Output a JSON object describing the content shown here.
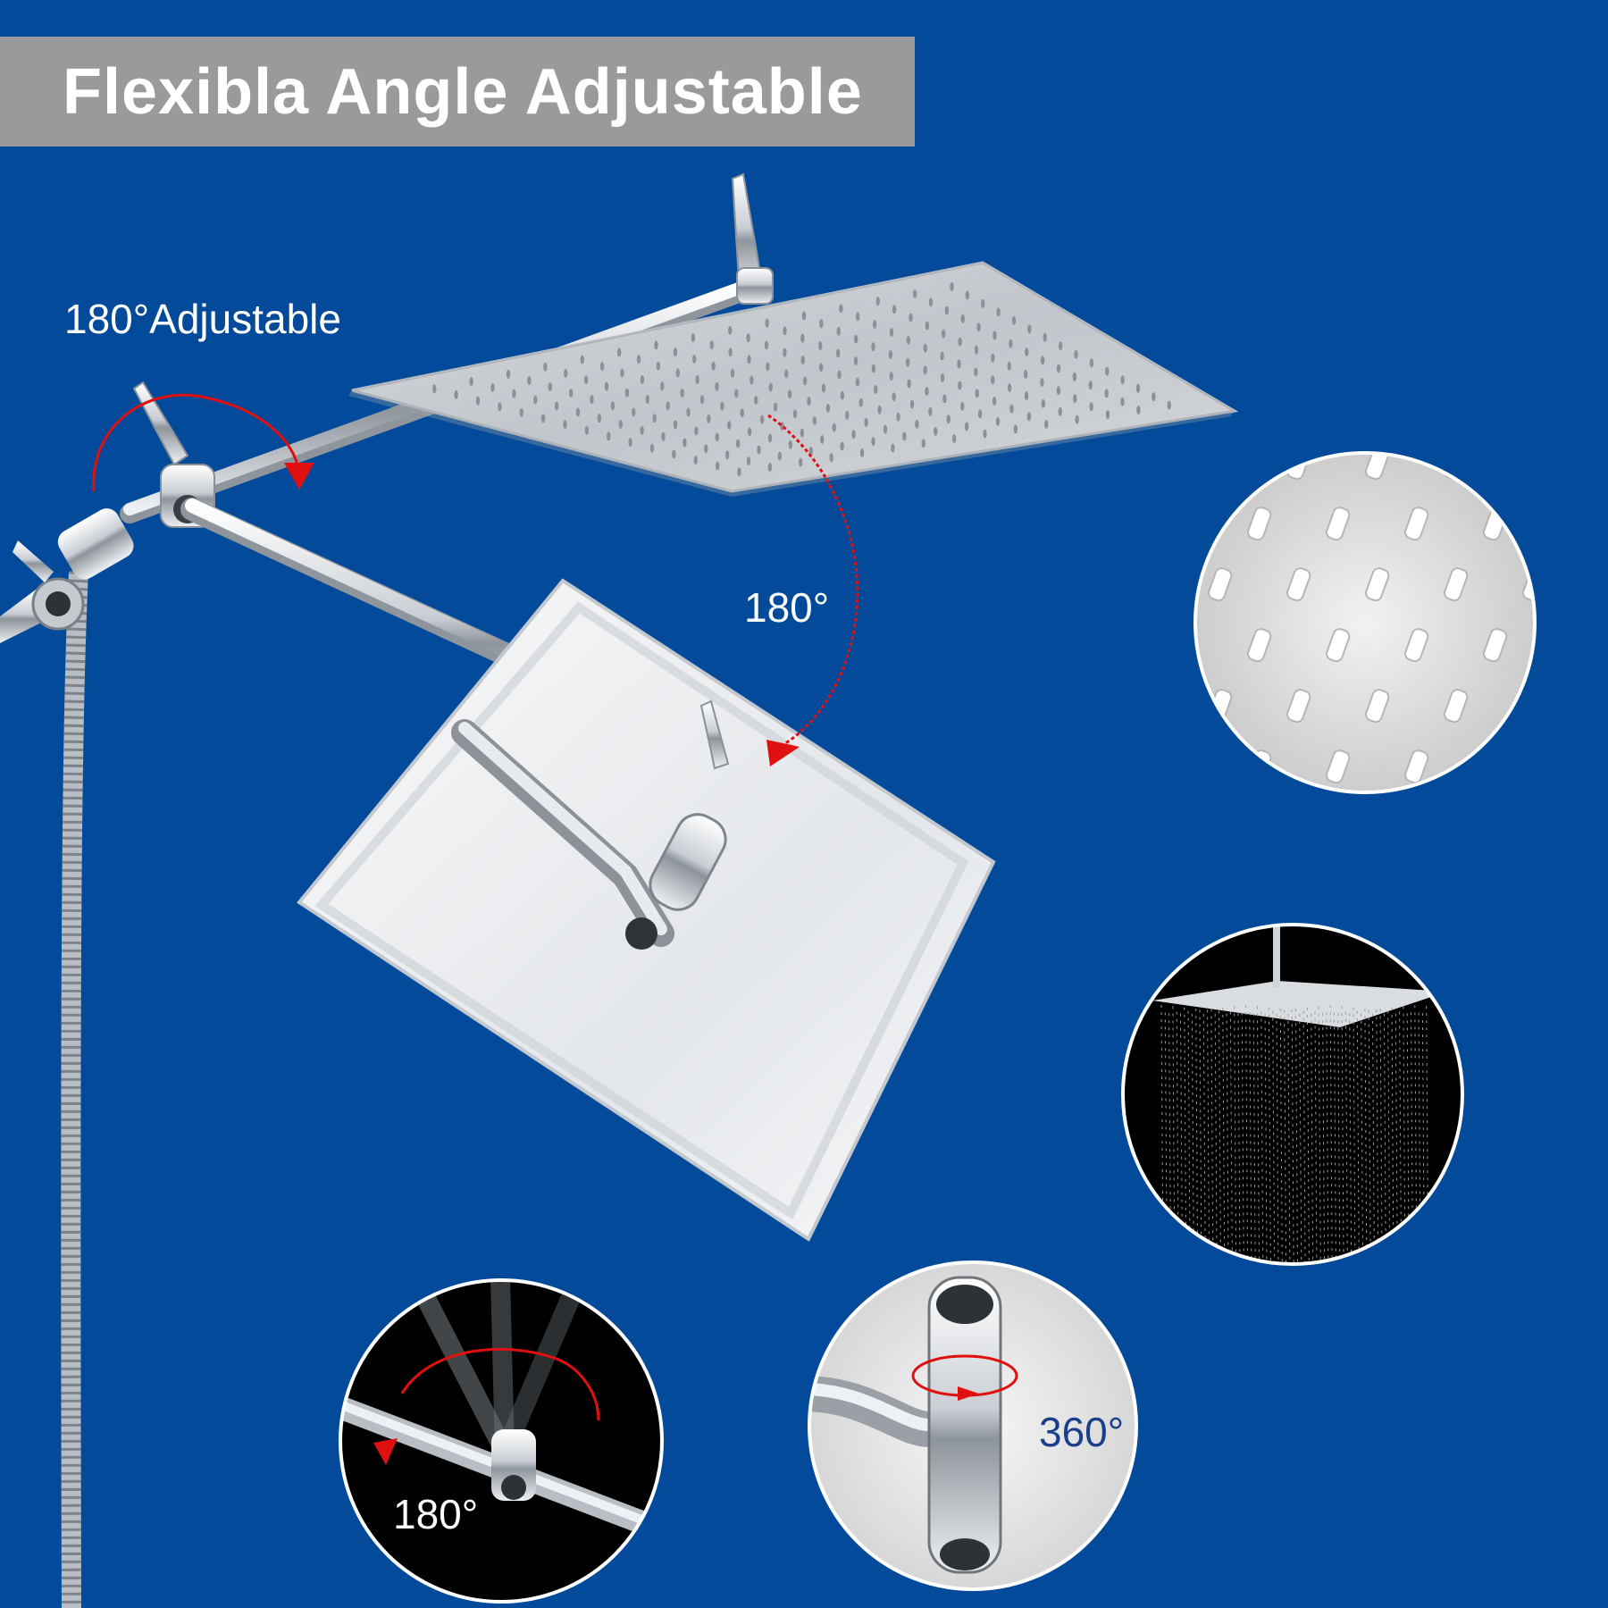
{
  "banner": {
    "title": "Flexibla Angle Adjustable"
  },
  "labels": {
    "arm_adjustable": "180°Adjustable",
    "head_rotation": "180°",
    "inset_joint_rotation": "180°",
    "inset_swivel": "360°"
  },
  "colors": {
    "background": "#034b9a",
    "banner": "#9a9a9a",
    "arrow": "#e01010",
    "chrome": "#d8dde3",
    "swivel_label": "#1a3f8a"
  },
  "insets": [
    {
      "name": "nozzle-closeup",
      "background": "light"
    },
    {
      "name": "rainfall-spray",
      "background": "dark"
    },
    {
      "name": "arm-joint-rotation",
      "background": "dark"
    },
    {
      "name": "ball-joint-swivel",
      "background": "light"
    }
  ]
}
